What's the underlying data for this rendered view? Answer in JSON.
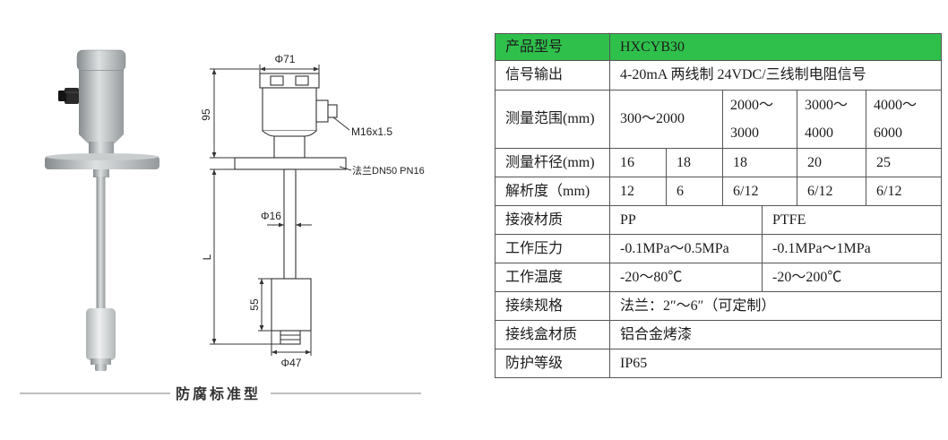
{
  "colors": {
    "header_bg": "#2fc04b",
    "table_border": "#555555"
  },
  "figure": {
    "caption": "防腐标准型",
    "dimensions": {
      "head_diameter": "Φ71",
      "head_height": "95",
      "cable_gland": "M16x1.5",
      "flange": "法兰DN50 PN16",
      "rod_diameter": "Φ16",
      "length": "L",
      "float_height": "55",
      "float_diameter": "Φ47"
    }
  },
  "spec_table": {
    "model": {
      "label": "产品型号",
      "value": "HXCYB30"
    },
    "signal": {
      "label": "信号输出",
      "value": "4-20mA 两线制 24VDC/三线制电阻信号"
    },
    "range": {
      "label": "测量范围(mm)",
      "values": [
        "300～2000",
        "2000～3000",
        "3000～4000",
        "4000～6000"
      ]
    },
    "rod_dia": {
      "label": "测量杆径(mm)",
      "values": [
        "16",
        "18",
        "18",
        "20",
        "25"
      ]
    },
    "resolution": {
      "label": "解析度（mm)",
      "values": [
        "12",
        "6",
        "6/12",
        "6/12",
        "6/12"
      ]
    },
    "material": {
      "label": "接液材质",
      "values": [
        "PP",
        "PTFE"
      ]
    },
    "pressure": {
      "label": "工作压力",
      "values": [
        "-0.1MPa～0.5MPa",
        "-0.1MPa～1MPa"
      ]
    },
    "temperature": {
      "label": "工作温度",
      "values": [
        "-20～80℃",
        "-20～200℃"
      ]
    },
    "connection": {
      "label": "接续规格",
      "value": "法兰：2″～6″（可定制）"
    },
    "housing": {
      "label": "接线盒材质",
      "value": "铝合金烤漆"
    },
    "protection": {
      "label": "防护等级",
      "value": "IP65"
    }
  }
}
